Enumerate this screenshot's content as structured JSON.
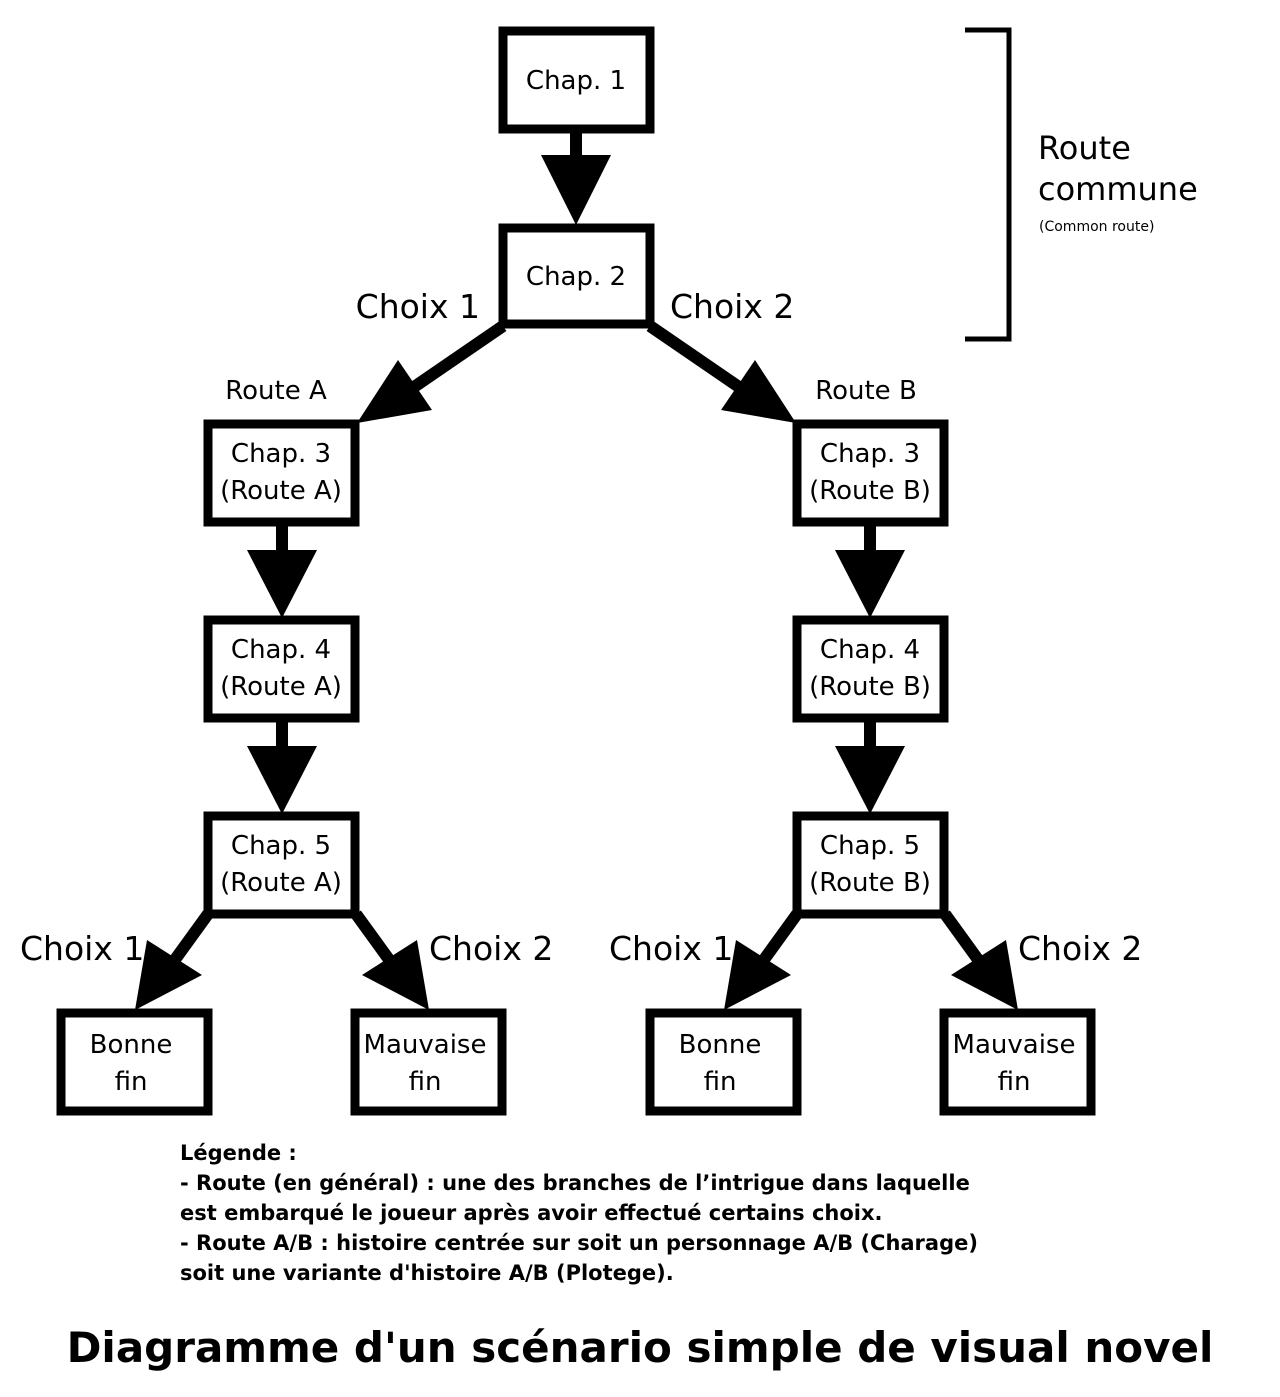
{
  "nodes": {
    "chap1": [
      "Chap. 1"
    ],
    "chap2": [
      "Chap. 2"
    ],
    "chap3a": [
      "Chap. 3",
      "(Route A)"
    ],
    "chap4a": [
      "Chap. 4",
      "(Route A)"
    ],
    "chap5a": [
      "Chap. 5",
      "(Route A)"
    ],
    "chap3b": [
      "Chap. 3",
      "(Route B)"
    ],
    "chap4b": [
      "Chap. 4",
      "(Route B)"
    ],
    "chap5b": [
      "Chap. 5",
      "(Route B)"
    ],
    "good_a": [
      "Bonne",
      "fin"
    ],
    "bad_a": [
      "Mauvaise",
      "fin"
    ],
    "good_b": [
      "Bonne",
      "fin"
    ],
    "bad_b": [
      "Mauvaise",
      "fin"
    ]
  },
  "labels": {
    "choice1": "Choix 1",
    "choice2": "Choix 2",
    "route_a": "Route A",
    "route_b": "Route B",
    "common_line1": "Route",
    "common_line2": "commune",
    "common_sub": "(Common route)"
  },
  "legend": {
    "title": "Légende :",
    "line1": "- Route (en général) : une des branches de l’intrigue dans laquelle",
    "line2": "est embarqué le joueur après avoir effectué certains choix.",
    "line3": "- Route A/B : histoire centrée sur soit un personnage A/B (Charage)",
    "line4": "soit une variante d'histoire A/B (Plotege)."
  },
  "title": "Diagramme d'un scénario simple de visual novel"
}
